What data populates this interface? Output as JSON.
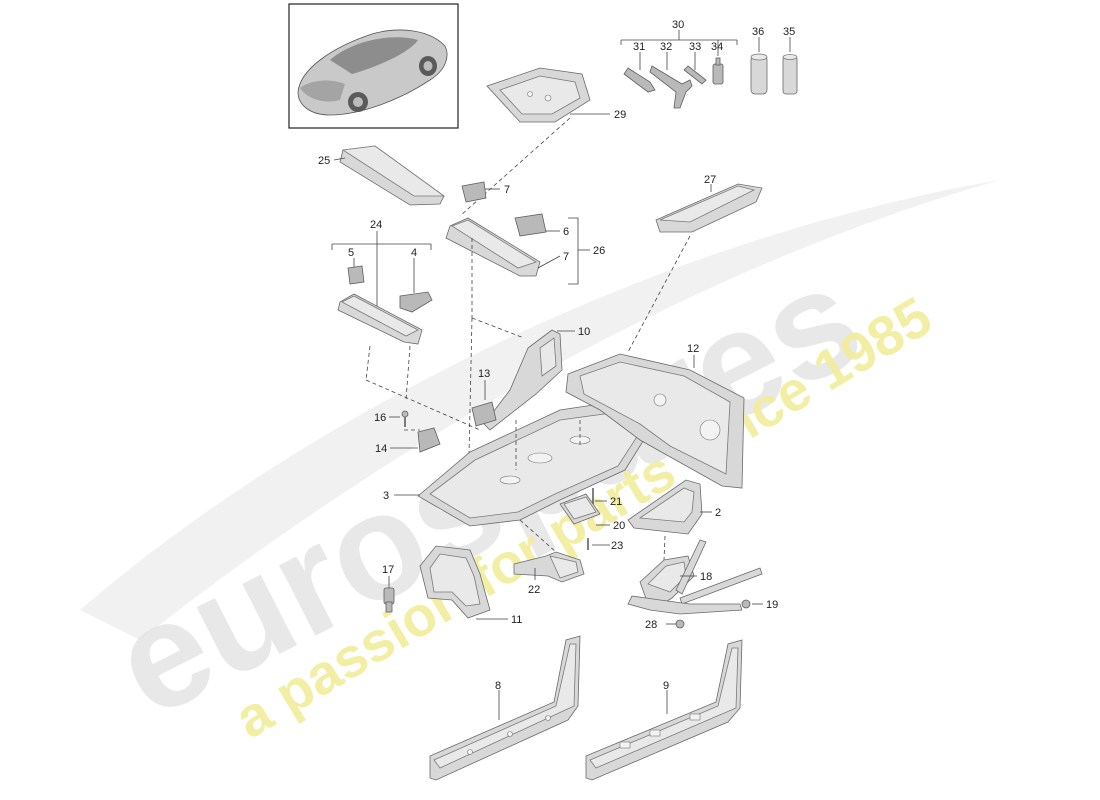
{
  "watermark": {
    "brand": "eurospares",
    "tagline": "a passion for parts since 1985",
    "brand_color": "#e4e4e4",
    "tagline_color": "#f1ee9c"
  },
  "callouts": [
    {
      "id": "30",
      "label": "30"
    },
    {
      "id": "31",
      "label": "31"
    },
    {
      "id": "32",
      "label": "32"
    },
    {
      "id": "33",
      "label": "33"
    },
    {
      "id": "34",
      "label": "34"
    },
    {
      "id": "36",
      "label": "36"
    },
    {
      "id": "35",
      "label": "35"
    },
    {
      "id": "29",
      "label": "29"
    },
    {
      "id": "25",
      "label": "25"
    },
    {
      "id": "7a",
      "label": "7"
    },
    {
      "id": "27",
      "label": "27"
    },
    {
      "id": "24",
      "label": "24"
    },
    {
      "id": "5",
      "label": "5"
    },
    {
      "id": "4",
      "label": "4"
    },
    {
      "id": "6",
      "label": "6"
    },
    {
      "id": "7b",
      "label": "7"
    },
    {
      "id": "26",
      "label": "26"
    },
    {
      "id": "10",
      "label": "10"
    },
    {
      "id": "12",
      "label": "12"
    },
    {
      "id": "13",
      "label": "13"
    },
    {
      "id": "16",
      "label": "16"
    },
    {
      "id": "14",
      "label": "14"
    },
    {
      "id": "3",
      "label": "3"
    },
    {
      "id": "21",
      "label": "21"
    },
    {
      "id": "2",
      "label": "2"
    },
    {
      "id": "20",
      "label": "20"
    },
    {
      "id": "23",
      "label": "23"
    },
    {
      "id": "17",
      "label": "17"
    },
    {
      "id": "22",
      "label": "22"
    },
    {
      "id": "18",
      "label": "18"
    },
    {
      "id": "19",
      "label": "19"
    },
    {
      "id": "11",
      "label": "11"
    },
    {
      "id": "28",
      "label": "28"
    },
    {
      "id": "8",
      "label": "8"
    },
    {
      "id": "9",
      "label": "9"
    }
  ]
}
